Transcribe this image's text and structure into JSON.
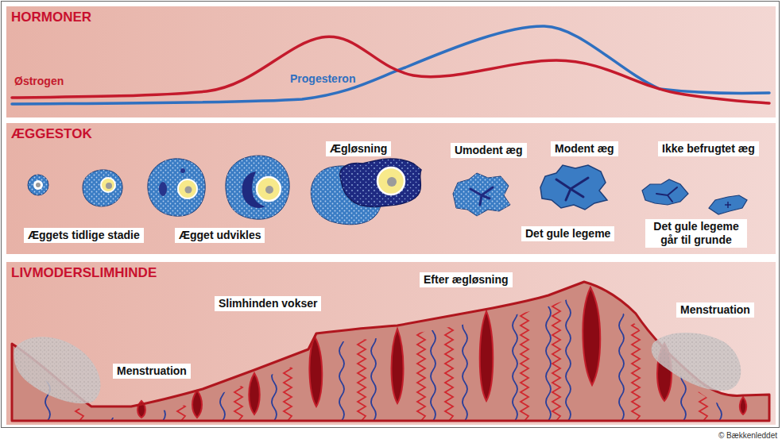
{
  "diagram": {
    "nodes": [
      {
        "text": [
          "HORMONER"
        ]
      },
      {
        "text": [
          "ÆGGESTOK"
        ]
      },
      {
        "text": [
          "Ægløsning"
        ],
        "in": 1
      },
      {
        "text": [
          "Umodent æg"
        ],
        "in": 1
      },
      {
        "text": [
          "Modent æg"
        ],
        "in": 1
      },
      {
        "text": [
          "Ikke befrugtet æg"
        ],
        "in": 1
      },
      {
        "text": [
          "Æggets tidlige stadie"
        ],
        "in": 1
      },
      {
        "text": [
          "Ægget udvikles"
        ],
        "in": 1
      },
      {
        "text": [
          "Det gule legeme"
        ],
        "in": 1
      },
      {
        "text": [
          "Det gule legeme går til grunde"
        ],
        "in": 1
      },
      {
        "text": [
          "LIVMODERSLIMHINDE"
        ]
      },
      {
        "text": [
          "Efter ægløsning"
        ],
        "in": 10
      },
      {
        "text": [
          "Slimhinden vokser"
        ],
        "in": 10
      },
      {
        "text": [
          "Menstruation"
        ],
        "in": 10
      },
      {
        "text": [
          "Menstruation"
        ],
        "in": 10
      }
    ],
    "labels": [
      "Østrogen",
      "Progesteron",
      "© Bækkenleddet"
    ]
  }
}
